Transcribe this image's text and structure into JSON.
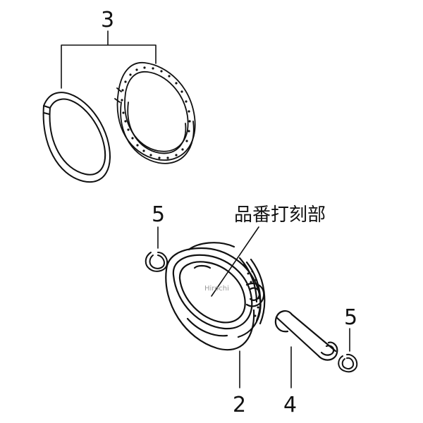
{
  "callouts": {
    "rings_number": "3",
    "clip_left_number": "5",
    "clip_right_number": "5",
    "piston_number": "2",
    "pin_number": "4",
    "stamp_label": "品番打刻部"
  },
  "watermark": "Hirochi"
}
